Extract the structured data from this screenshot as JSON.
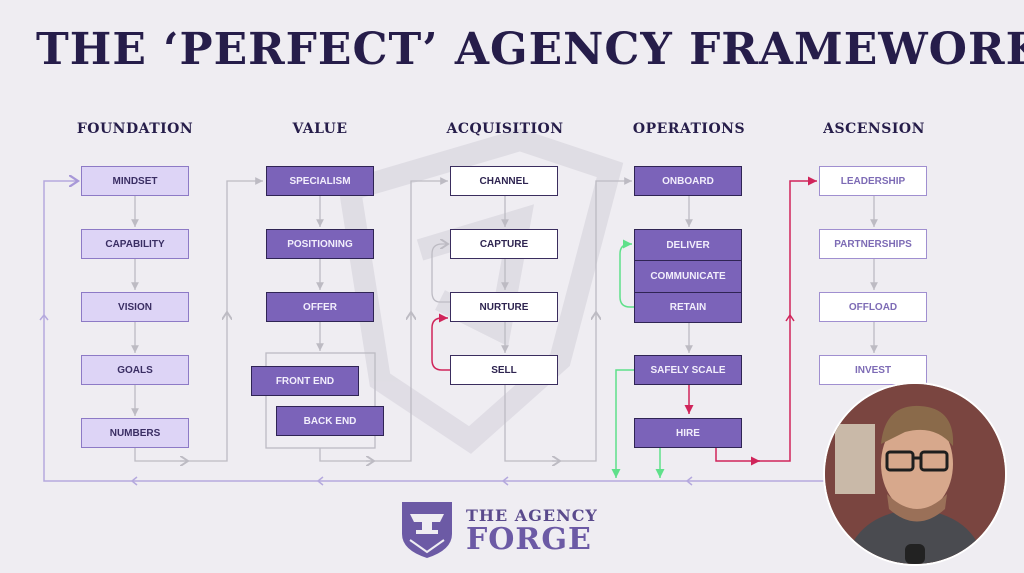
{
  "title": "THE ‘PERFECT’ AGENCY FRAMEWORK",
  "columns": [
    {
      "heading": "FOUNDATION",
      "items": [
        "MINDSET",
        "CAPABILITY",
        "VISION",
        "GOALS",
        "NUMBERS"
      ]
    },
    {
      "heading": "VALUE",
      "items": [
        "SPECIALISM",
        "POSITIONING",
        "OFFER",
        "FRONT END",
        "BACK END"
      ]
    },
    {
      "heading": "ACQUISITION",
      "items": [
        "CHANNEL",
        "CAPTURE",
        "NURTURE",
        "SELL"
      ]
    },
    {
      "heading": "OPERATIONS",
      "items": [
        "ONBOARD",
        "DELIVER",
        "COMMUNICATE",
        "RETAIN",
        "SAFELY SCALE",
        "HIRE"
      ]
    },
    {
      "heading": "ASCENSION",
      "items": [
        "LEADERSHIP",
        "PARTNERSHIPS",
        "OFFLOAD",
        "INVEST"
      ]
    }
  ],
  "logo": {
    "line1": "THE AGENCY",
    "line2": "FORGE"
  },
  "colors": {
    "navy": "#261d4a",
    "purple": "#7b63b9",
    "lavender": "#ddd4f6",
    "red": "#d0245a",
    "green": "#5fe08a"
  }
}
